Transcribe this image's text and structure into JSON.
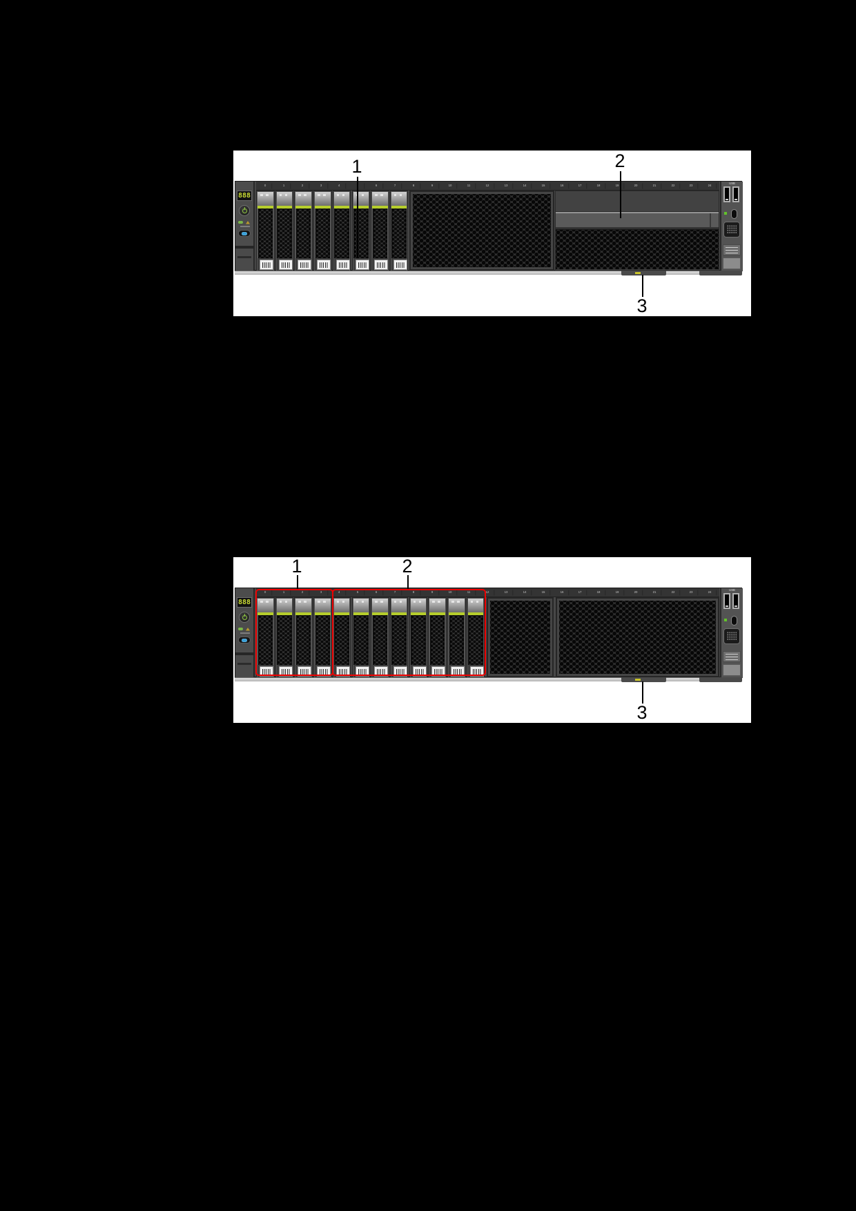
{
  "page": {
    "background_color": "#000000"
  },
  "figures": [
    {
      "name": "server-front-view-8-drive",
      "callouts": [
        "1",
        "2",
        "3"
      ],
      "slot_numbers": [
        "0",
        "1",
        "2",
        "3",
        "4",
        "5",
        "6",
        "7",
        "8",
        "9",
        "10",
        "11",
        "12",
        "13",
        "14",
        "15",
        "16",
        "17",
        "18",
        "19",
        "20",
        "21",
        "22",
        "23",
        "24"
      ],
      "drive_bay_count": 8,
      "display_value": "888",
      "io_panel_label": "USB",
      "red_groups": []
    },
    {
      "name": "server-front-view-12-drive",
      "callouts": [
        "1",
        "2",
        "3"
      ],
      "slot_numbers": [
        "0",
        "1",
        "2",
        "3",
        "4",
        "5",
        "6",
        "7",
        "8",
        "9",
        "10",
        "11",
        "12",
        "13",
        "14",
        "15",
        "16",
        "17",
        "18",
        "19",
        "20",
        "21",
        "22",
        "23",
        "24"
      ],
      "drive_bay_count": 12,
      "display_value": "888",
      "io_panel_label": "USB",
      "red_groups": [
        {
          "start": 0,
          "count": 4
        },
        {
          "start": 4,
          "count": 8
        }
      ]
    }
  ],
  "colors": {
    "drive_latch_green": "#b6ce2c",
    "callout_outline_red": "#ee0000",
    "uid_button_blue": "#3aa0d8",
    "power_symbol_green": "#8dc63f",
    "lcd_digits_green": "#c8d934",
    "label_tab_yellow": "#c9c42a"
  }
}
